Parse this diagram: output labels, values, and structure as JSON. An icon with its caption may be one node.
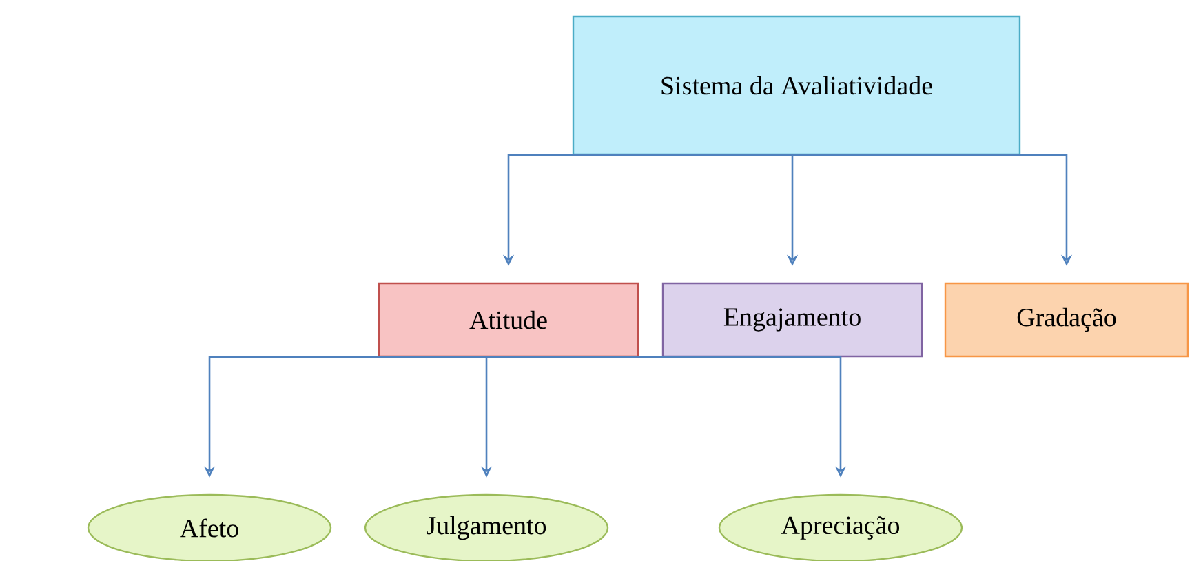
{
  "diagram": {
    "nodes": [
      {
        "text": [
          "Sistema da Avaliatividade"
        ]
      },
      {
        "text": [
          "Atitude"
        ]
      },
      {
        "text": [
          "Engajamento"
        ]
      },
      {
        "text": [
          "Gradação"
        ]
      },
      {
        "text": [
          "Afeto"
        ]
      },
      {
        "text": [
          "Julgamento"
        ]
      },
      {
        "text": [
          "Apreciação"
        ]
      }
    ],
    "edges": [
      {
        "from": 0,
        "to": 1,
        "arrow": "to"
      },
      {
        "from": 0,
        "to": 2,
        "arrow": "to"
      },
      {
        "from": 0,
        "to": 3,
        "arrow": "to"
      },
      {
        "from": 1,
        "to": 4,
        "arrow": "to"
      },
      {
        "from": 1,
        "to": 5,
        "arrow": "to"
      },
      {
        "from": 1,
        "to": 6,
        "arrow": "to"
      }
    ]
  }
}
